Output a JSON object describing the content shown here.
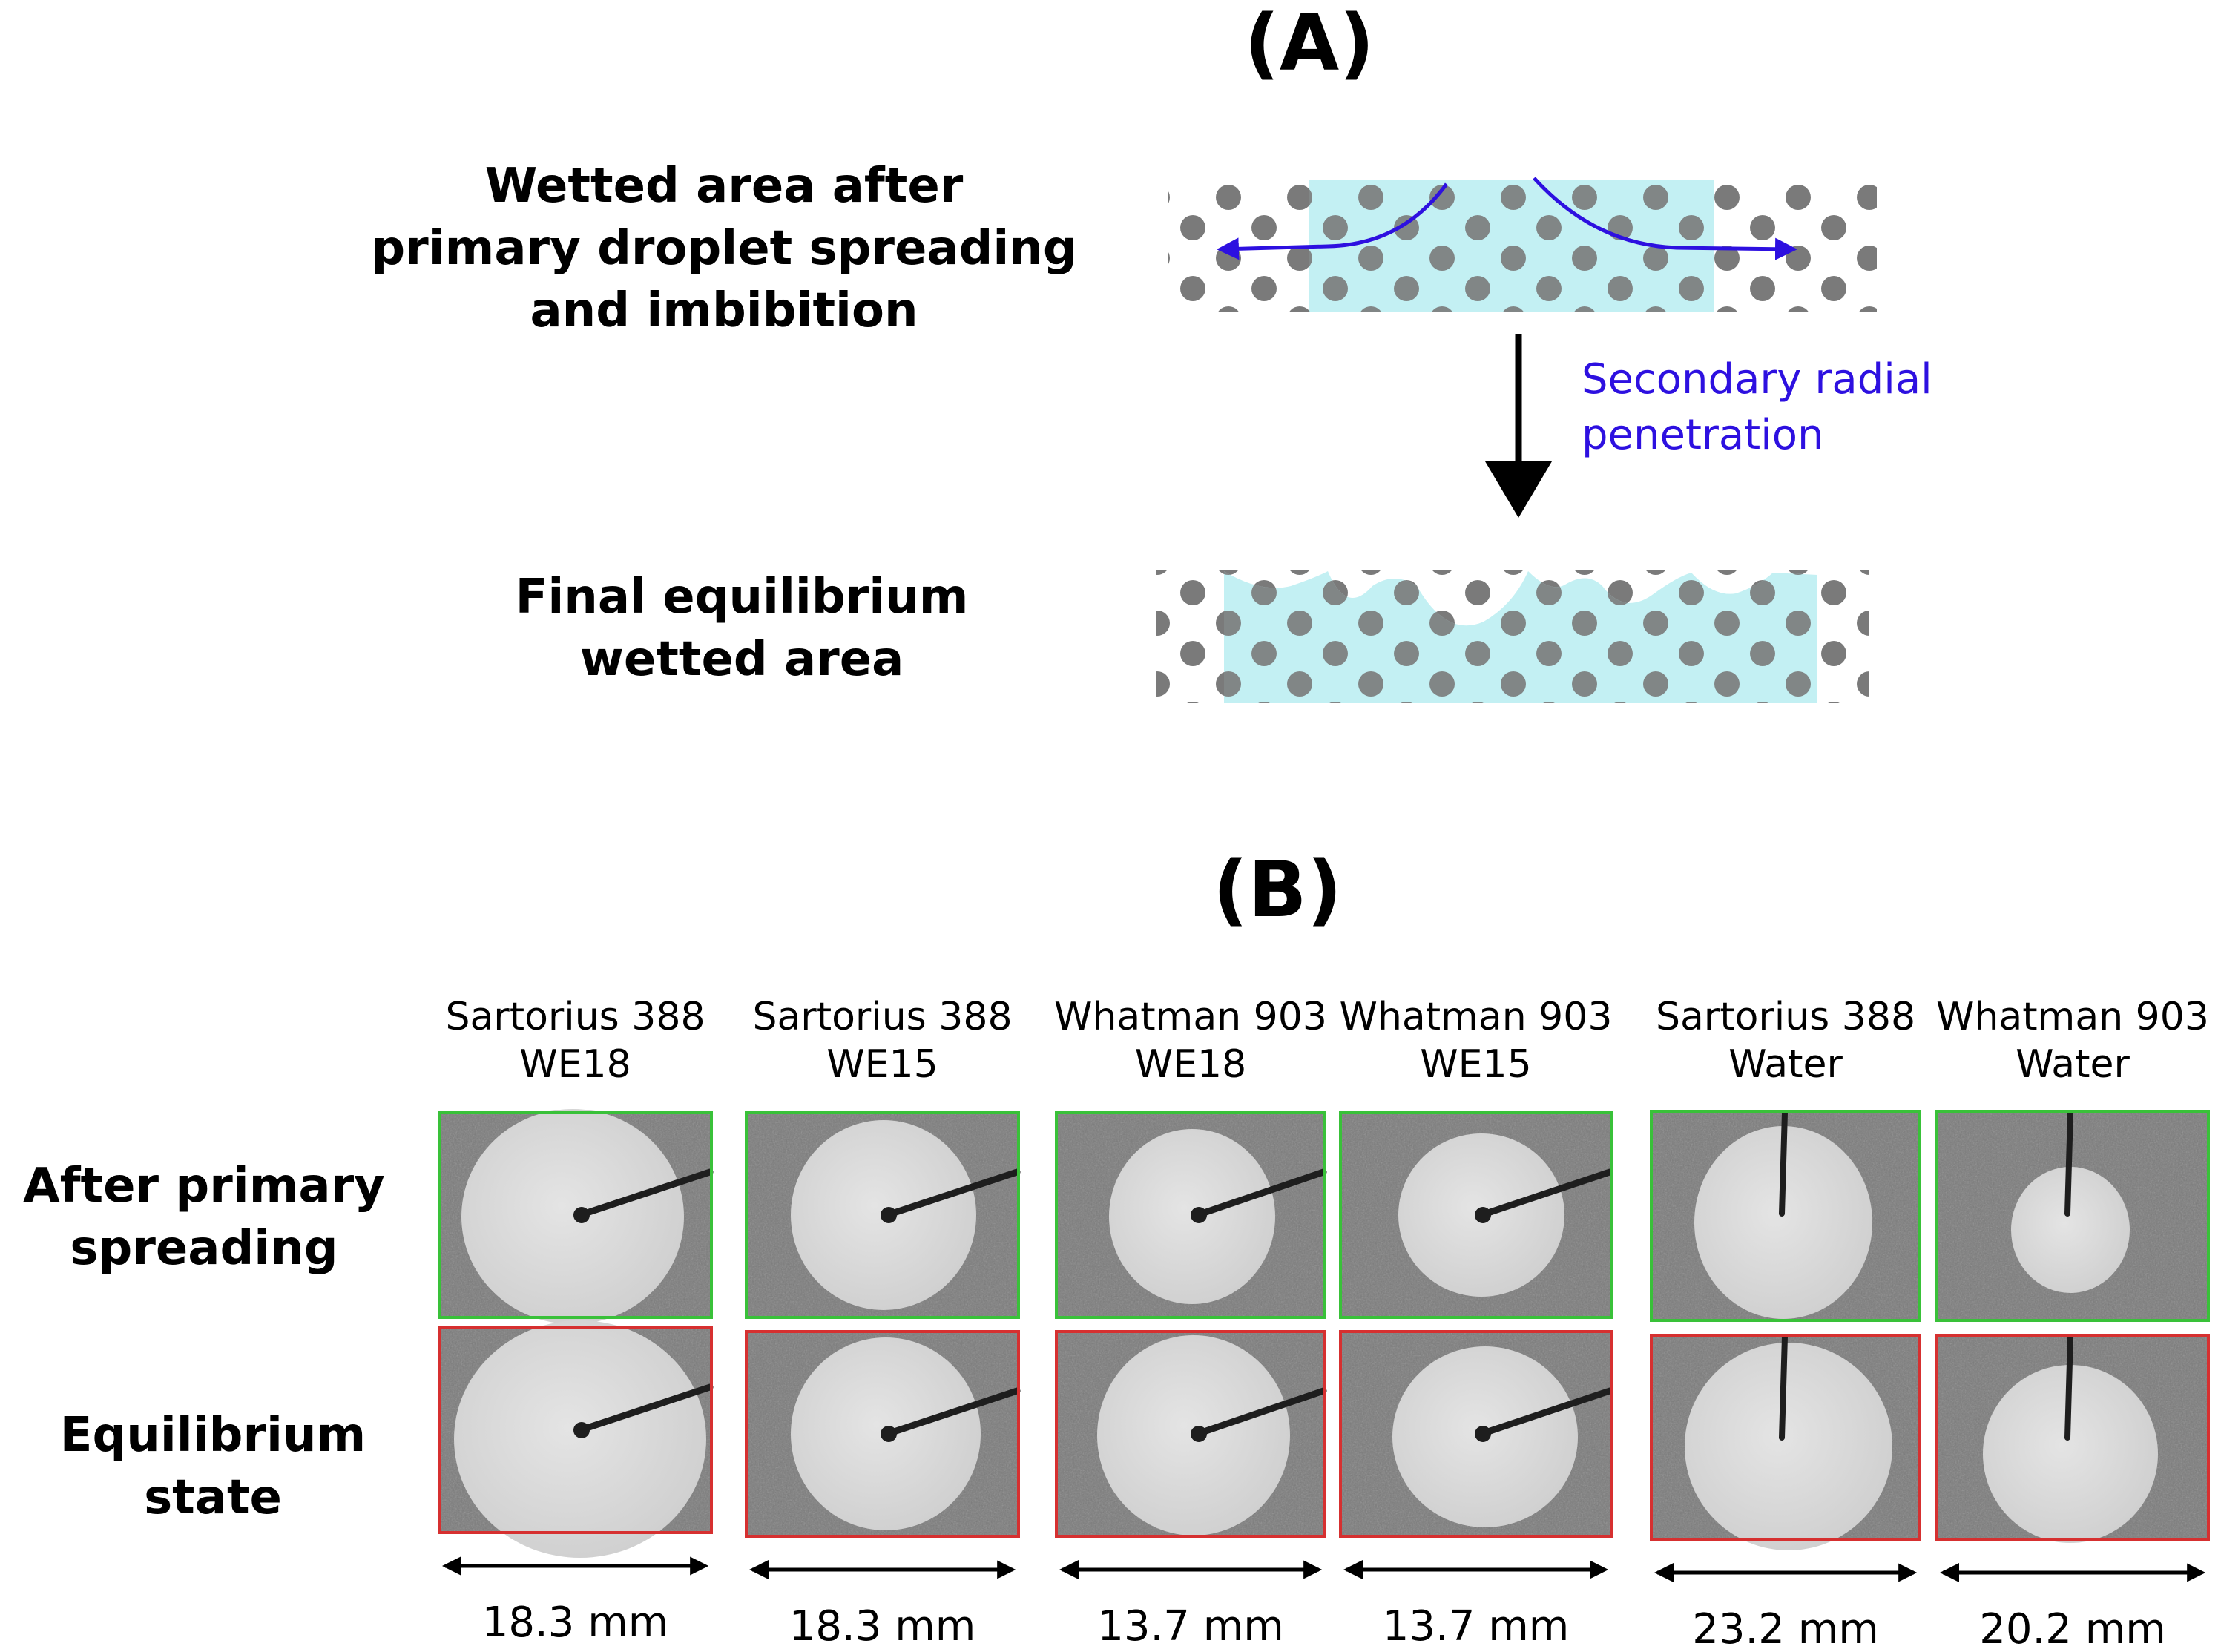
{
  "panel_a": {
    "label": "(A)",
    "stage1_label": [
      "Wetted area after",
      "primary droplet spreading",
      "and imbibition"
    ],
    "transition_label": [
      "Secondary radial",
      "penetration"
    ],
    "stage2_label": [
      "Final equilibrium",
      "wetted area"
    ]
  },
  "panel_b": {
    "label": "(B)",
    "row_labels": [
      [
        "After primary",
        "spreading"
      ],
      [
        "Equilibrium",
        "state"
      ]
    ],
    "samples": [
      {
        "paper": "Sartorius 388",
        "liquid": "WE18",
        "diameter": "18.3 mm"
      },
      {
        "paper": "Sartorius 388",
        "liquid": "WE15",
        "diameter": "18.3 mm"
      },
      {
        "paper": "Whatman 903",
        "liquid": "WE18",
        "diameter": "13.7 mm"
      },
      {
        "paper": "Whatman 903",
        "liquid": "WE15",
        "diameter": "13.7 mm"
      },
      {
        "paper": "Sartorius 388",
        "liquid": "Water",
        "diameter": "23.2 mm"
      },
      {
        "paper": "Whatman 903",
        "liquid": "Water",
        "diameter": "20.2 mm"
      }
    ]
  },
  "colors": {
    "fiber": "#7a7a7a",
    "wet_area": "#c3f0f3",
    "flow_arrow": "#2d10e0",
    "primary_frame": "#39c139",
    "equilibrium_frame": "#d63030",
    "photo_background": "#7b7b7b",
    "spot": "#dcdcdc"
  }
}
